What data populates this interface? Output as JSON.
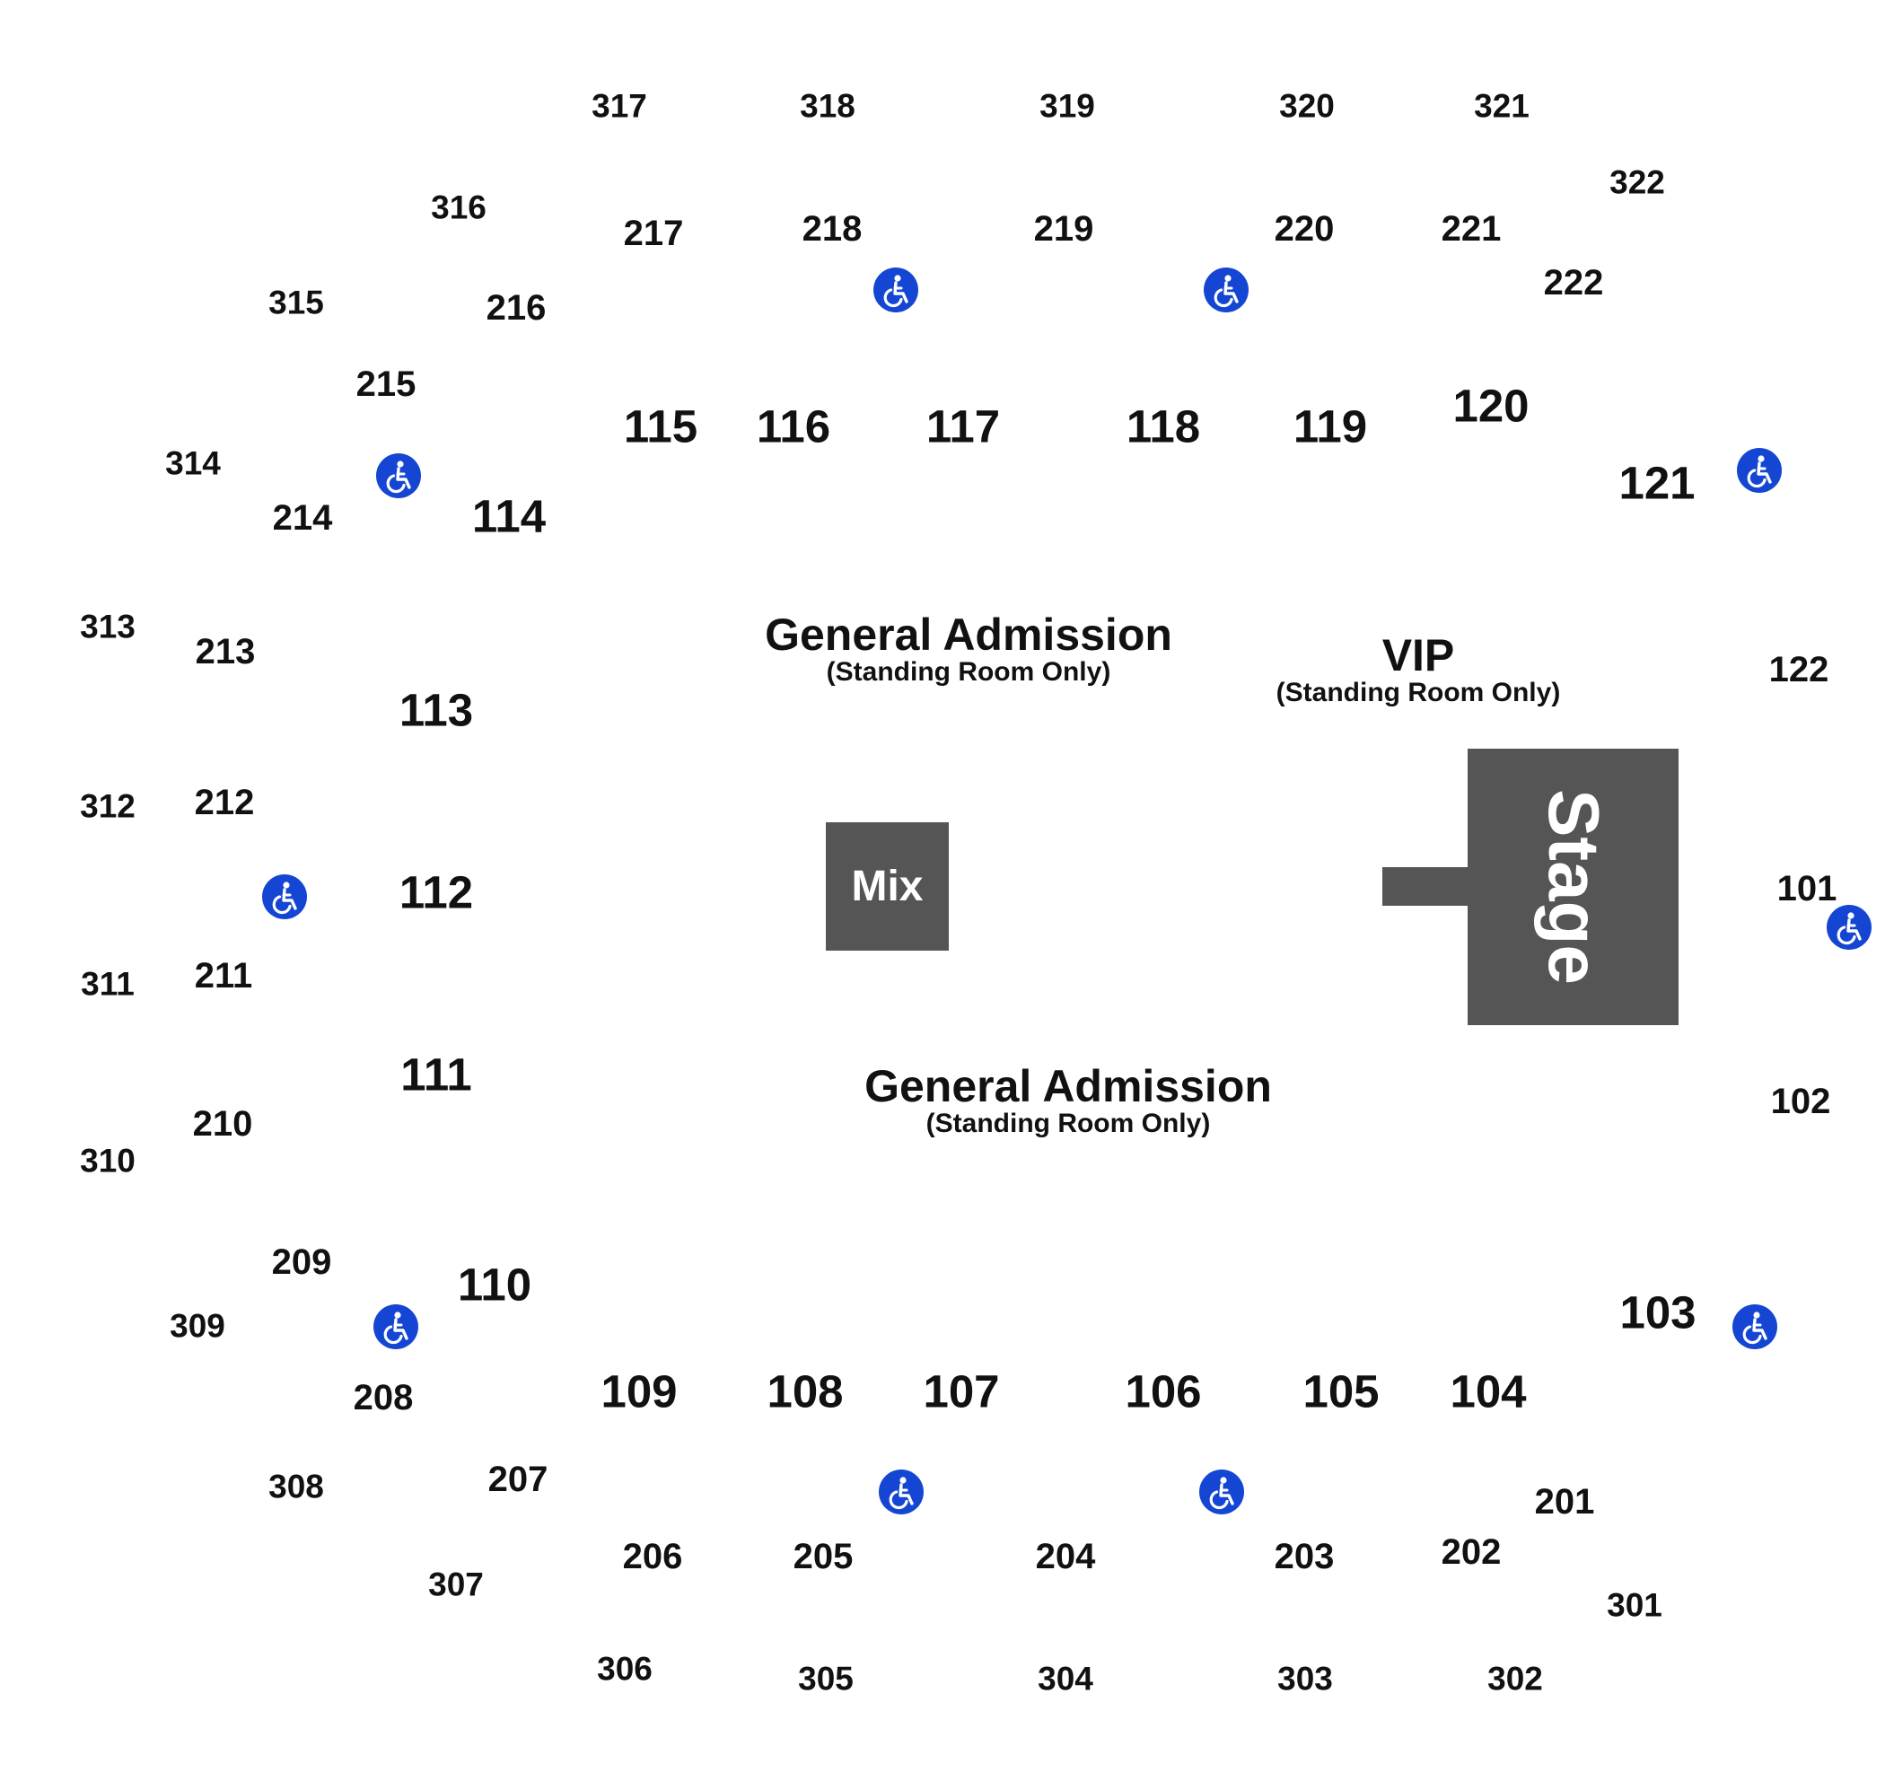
{
  "map": {
    "accent_color": "#1446d3",
    "block_color": "#555555",
    "areas": {
      "ga_north": {
        "title": "General Admission",
        "subtitle": "(Standing Room Only)"
      },
      "ga_south": {
        "title": "General Admission",
        "subtitle": "(Standing Room Only)"
      },
      "vip": {
        "title": "VIP",
        "subtitle": "(Standing Room Only)"
      }
    },
    "blocks": {
      "mix": "Mix",
      "stage": "Stage"
    },
    "icon": "wheelchair-accessible-icon",
    "sections": {
      "s101": "101",
      "s102": "102",
      "s103": "103",
      "s104": "104",
      "s105": "105",
      "s106": "106",
      "s107": "107",
      "s108": "108",
      "s109": "109",
      "s110": "110",
      "s111": "111",
      "s112": "112",
      "s113": "113",
      "s114": "114",
      "s115": "115",
      "s116": "116",
      "s117": "117",
      "s118": "118",
      "s119": "119",
      "s120": "120",
      "s121": "121",
      "s122": "122",
      "s201": "201",
      "s202": "202",
      "s203": "203",
      "s204": "204",
      "s205": "205",
      "s206": "206",
      "s207": "207",
      "s208": "208",
      "s209": "209",
      "s210": "210",
      "s211": "211",
      "s212": "212",
      "s213": "213",
      "s214": "214",
      "s215": "215",
      "s216": "216",
      "s217": "217",
      "s218": "218",
      "s219": "219",
      "s220": "220",
      "s221": "221",
      "s222": "222",
      "s301": "301",
      "s302": "302",
      "s303": "303",
      "s304": "304",
      "s305": "305",
      "s306": "306",
      "s307": "307",
      "s308": "308",
      "s309": "309",
      "s310": "310",
      "s311": "311",
      "s312": "312",
      "s313": "313",
      "s314": "314",
      "s315": "315",
      "s316": "316",
      "s317": "317",
      "s318": "318",
      "s319": "319",
      "s320": "320",
      "s321": "321",
      "s322": "322"
    }
  }
}
